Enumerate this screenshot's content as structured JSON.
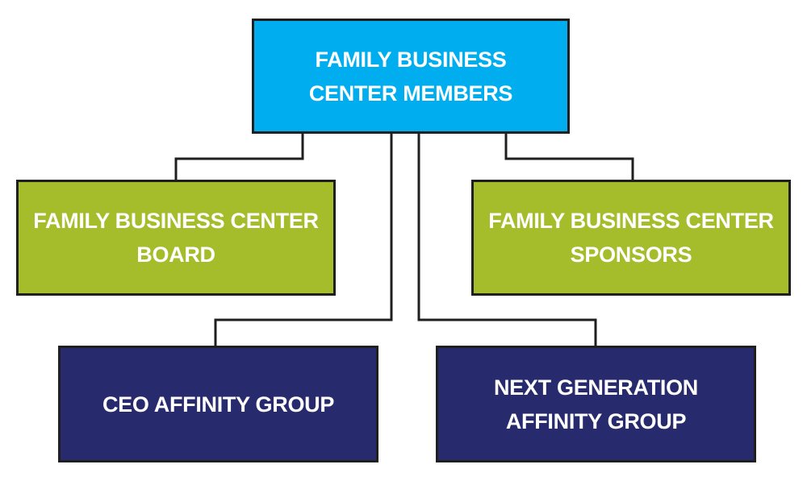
{
  "colors": {
    "root_fill": "#00aeef",
    "mid_fill": "#a5bd2b",
    "bottom_fill": "#282a6e",
    "border": "#1f1f1f",
    "connector": "#1f1f1f"
  },
  "nodes": {
    "root": {
      "line1": "FAMILY BUSINESS",
      "line2": "CENTER MEMBERS"
    },
    "board": {
      "line1": "FAMILY BUSINESS CENTER",
      "line2": "BOARD"
    },
    "sponsors": {
      "line1": "FAMILY BUSINESS CENTER",
      "line2": "SPONSORS"
    },
    "ceo": {
      "line1": "CEO AFFINITY GROUP"
    },
    "nextgen": {
      "line1": "NEXT GENERATION",
      "line2": "AFFINITY GROUP"
    }
  }
}
